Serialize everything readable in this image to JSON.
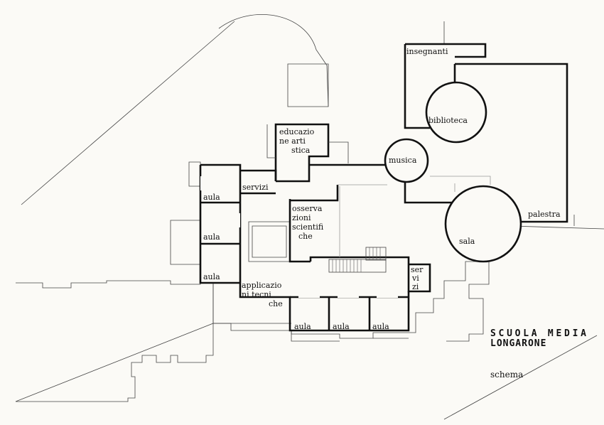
{
  "title": {
    "line1": "SCUOLA MEDIA",
    "line2": "LONGARONE",
    "caption": "schema"
  },
  "rooms": {
    "insegnanti": "insegnanti",
    "biblioteca": "biblioteca",
    "musica": "musica",
    "palestra": "palestra",
    "sala": "sala",
    "educazione_artistica": [
      "educazio",
      "ne arti",
      "stica"
    ],
    "servizi_top": "servizi",
    "osservazioni_scientifiche": [
      "osserva",
      "zioni",
      "scientifi",
      "che"
    ],
    "aula_1": "aula",
    "aula_2": "aula",
    "aula_3": "aula",
    "applicazioni_tecniche": [
      "applicazio",
      "ni tecni",
      "che"
    ],
    "servizi_right": [
      "ser",
      "vi",
      "zi"
    ],
    "aula_4": "aula",
    "aula_5": "aula",
    "aula_6": "aula"
  },
  "colors": {
    "paper": "#fbfaf6",
    "ink": "#111111",
    "thin_line": "#444444"
  }
}
